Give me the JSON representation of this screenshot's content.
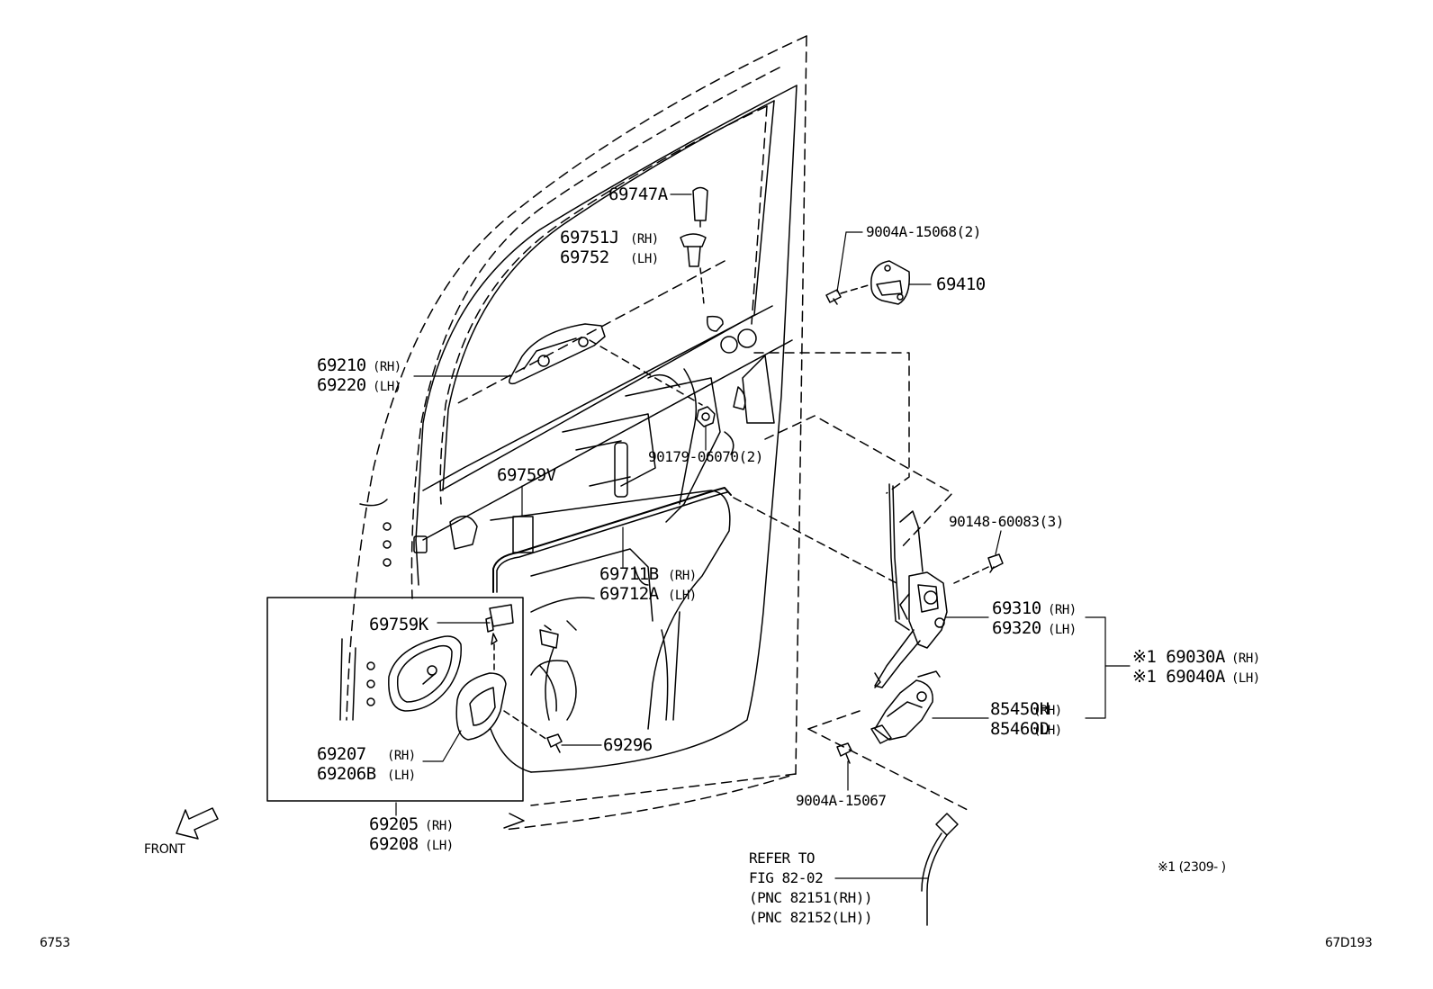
{
  "sheet": {
    "code_left": "6753",
    "code_right": "67D193",
    "note": "※1 (2309-     )",
    "front": "FRONT"
  },
  "parts": {
    "p69747a": "69747A",
    "p69751j": "69751J",
    "p69752": "69752",
    "p9004a_15068": "9004A-15068(2)",
    "p69410": "69410",
    "p69210": "69210",
    "p69220": "69220",
    "p90179": "90179-06070(2)",
    "p69759v": "69759V",
    "p90148": "90148-60083(3)",
    "p69711b": "69711B",
    "p69712a": "69712A",
    "p69310": "69310",
    "p69320": "69320",
    "p69030a": "※1 69030A",
    "p69040a": "※1 69040A",
    "p69759k": "69759K",
    "p85450h": "85450H",
    "p85460d": "85460D",
    "p69296": "69296",
    "p69207": "69207",
    "p69206b": "69206B",
    "p9004a_15067": "9004A-15067",
    "p69205": "69205",
    "p69208": "69208"
  },
  "sides": {
    "rh": "(RH)",
    "lh": "(LH)"
  },
  "refer": {
    "l1": "REFER TO",
    "l2": "FIG 82-02",
    "l3": "(PNC 82151(RH))",
    "l4": "(PNC 82152(LH))"
  },
  "colors": {
    "ink": "#000000",
    "paper": "#ffffff"
  }
}
